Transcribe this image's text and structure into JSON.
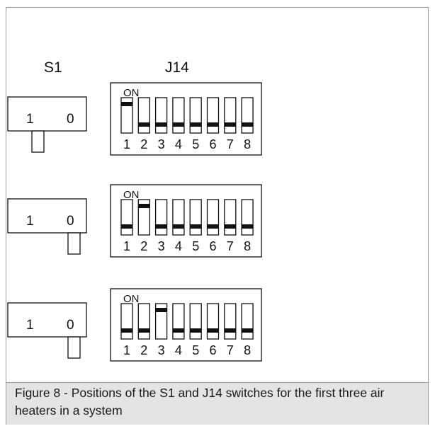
{
  "labels": {
    "s1": "S1",
    "j14": "J14",
    "on": "ON",
    "s1_left": "1",
    "s1_right": "0",
    "dip_numbers": [
      "1",
      "2",
      "3",
      "4",
      "5",
      "6",
      "7",
      "8"
    ]
  },
  "rows": [
    {
      "s1_position": "1",
      "j14_on_switch": 1
    },
    {
      "s1_position": "0",
      "j14_on_switch": 2
    },
    {
      "s1_position": "0",
      "j14_on_switch": 3
    }
  ],
  "caption": "Figure 8 - Positions of the S1 and J14 switches for the first three air heaters in a system"
}
